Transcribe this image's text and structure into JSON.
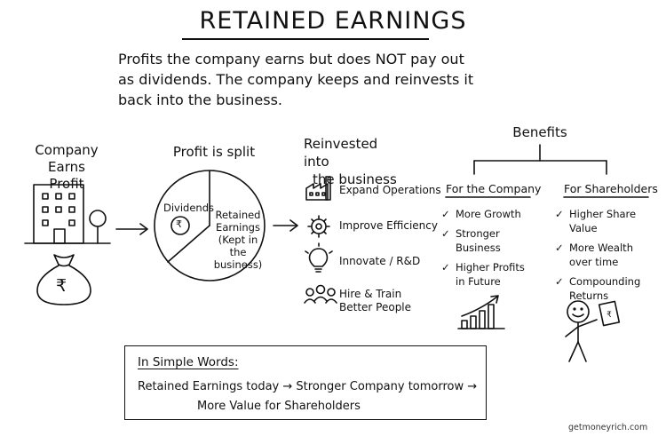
{
  "title": "RETAINED EARNINGS",
  "intro": {
    "line1": "Profits the company earns but does NOT pay out",
    "line2": "as dividends. The company keeps and reinvests it",
    "line3": "back into the business."
  },
  "company": {
    "heading_line1": "Company Earns",
    "heading_line2": "Profit",
    "bag_symbol": "₹"
  },
  "split": {
    "heading": "Profit is split",
    "dividends_label": "Dividends",
    "dividends_symbol": "₹",
    "retained_line1": "Retained",
    "retained_line2": "Earnings",
    "retained_line3": "(Kept in the",
    "retained_line4": "business)"
  },
  "reinvested": {
    "heading_line1": "Reinvested into",
    "heading_line2": "the business",
    "items": [
      {
        "label": "Expand Operations",
        "icon": "factory-icon"
      },
      {
        "label": "Improve Efficiency",
        "icon": "gear-icon"
      },
      {
        "label": "Innovate / R&D",
        "icon": "lightbulb-icon"
      },
      {
        "label_line1": "Hire & Train",
        "label_line2": "Better People",
        "icon": "people-icon"
      }
    ]
  },
  "benefits": {
    "heading": "Benefits",
    "company": {
      "heading": "For the Company",
      "items": [
        "More Growth",
        "Stronger Business",
        "Higher Profits",
        "in Future"
      ]
    },
    "shareholders": {
      "heading": "For Shareholders",
      "items": [
        "Higher Share Value",
        "More Wealth",
        "over time",
        "Compounding",
        "Returns"
      ]
    },
    "check_symbol": "✓",
    "note_symbol": "₹"
  },
  "summary": {
    "title": "In Simple Words:",
    "line1": "Retained Earnings today → Stronger Company tomorrow →",
    "line2": "More Value for Shareholders"
  },
  "footer": "getmoneyrich.com"
}
